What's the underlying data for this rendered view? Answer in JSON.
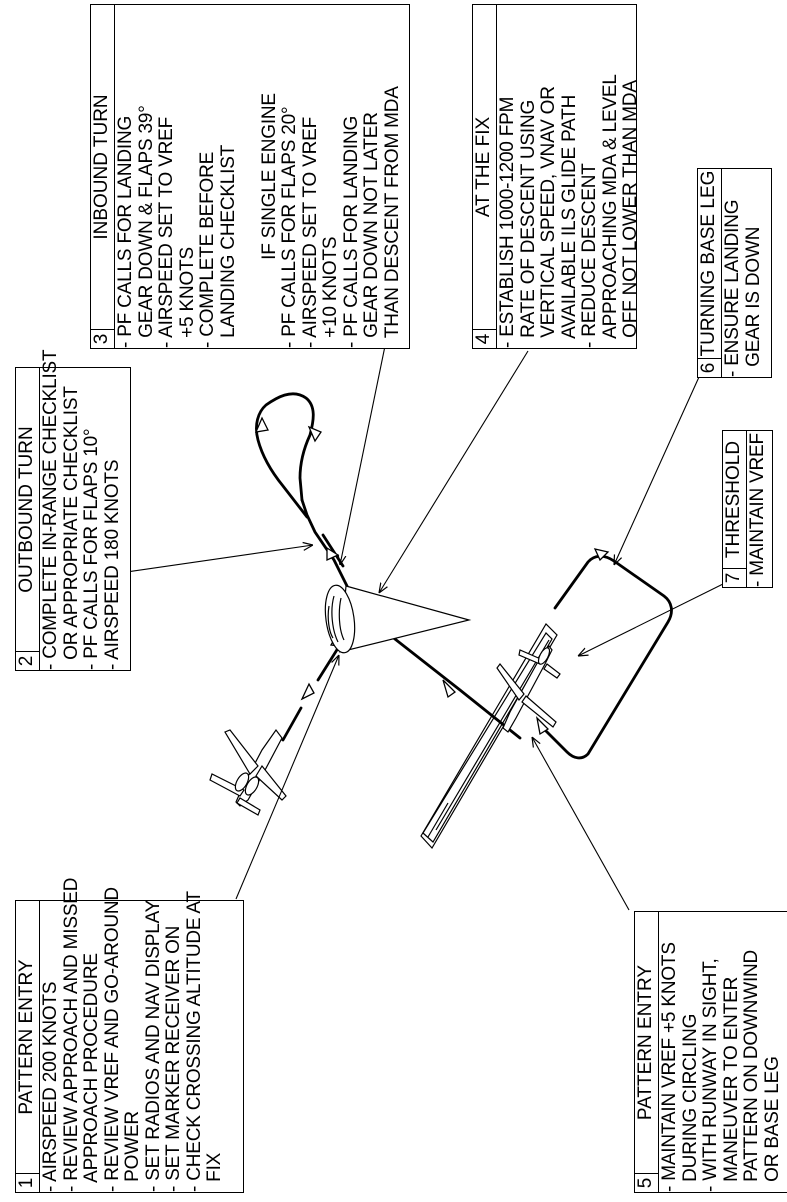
{
  "boxes": [
    {
      "number": "1",
      "title": "PATTERN ENTRY",
      "lines": [
        "- AIRSPEED 200 KNOTS",
        "- REVIEW APPROACH AND MISSED",
        "  APPROACH PROCEDURE",
        "- REVIEW VREF AND GO-AROUND",
        "  POWER",
        "- SET RADIOS AND NAV DISPLAY",
        "- SET MARKER RECEIVER ON",
        "- CHECK CROSSING ALTITUDE AT",
        "  FIX"
      ]
    },
    {
      "number": "2",
      "title": "OUTBOUND TURN",
      "lines": [
        "- COMPLETE IN-RANGE CHECKLIST",
        "  OR APPROPRIATE CHECKLIST",
        "- PF CALLS FOR FLAPS 10°",
        "- AIRSPEED 180 KNOTS"
      ]
    },
    {
      "number": "3",
      "title": "INBOUND TURN",
      "lines": [
        "- PF CALLS FOR LANDING",
        "  GEAR DOWN & FLAPS 39°",
        "- AIRSPEED SET TO VREF",
        "  +5 KNOTS",
        "- COMPLETE BEFORE",
        "  LANDING CHECKLIST",
        "",
        "IF SINGLE ENGINE",
        "- PF CALLS FOR FLAPS 20°",
        "- AIRSPEED SET TO VREF",
        "  +10 KNOTS",
        "- PF CALLS FOR LANDING",
        "  GEAR DOWN NOT LATER",
        "  THAN DESCENT FROM MDA"
      ]
    },
    {
      "number": "4",
      "title": "AT THE FIX",
      "lines": [
        "- ESTABLISH 1000-1200 FPM",
        "  RATE OF DESCENT USING",
        "  VERTICAL SPEED, VNAV OR",
        "  AVAILABLE ILS GLIDE PATH",
        "- REDUCE DESCENT",
        "  APPROACHING MDA & LEVEL",
        "  OFF NOT LOWER THAN MDA"
      ]
    },
    {
      "number": "5",
      "title": "PATTERN ENTRY",
      "lines": [
        "- MAINTAIN VREF +5 KNOTS",
        "  DURING CIRCLING",
        "- WITH RUNWAY IN SIGHT,",
        "  MANEUVER TO ENTER",
        "  PATTERN ON DOWNWIND",
        "  OR BASE LEG"
      ]
    },
    {
      "number": "6",
      "title": "TURNING BASE LEG",
      "lines": [
        "- ENSURE LANDING",
        "  GEAR IS DOWN"
      ]
    },
    {
      "number": "7",
      "title": "THRESHOLD",
      "lines": [
        "- MAINTAIN VREF"
      ]
    }
  ]
}
